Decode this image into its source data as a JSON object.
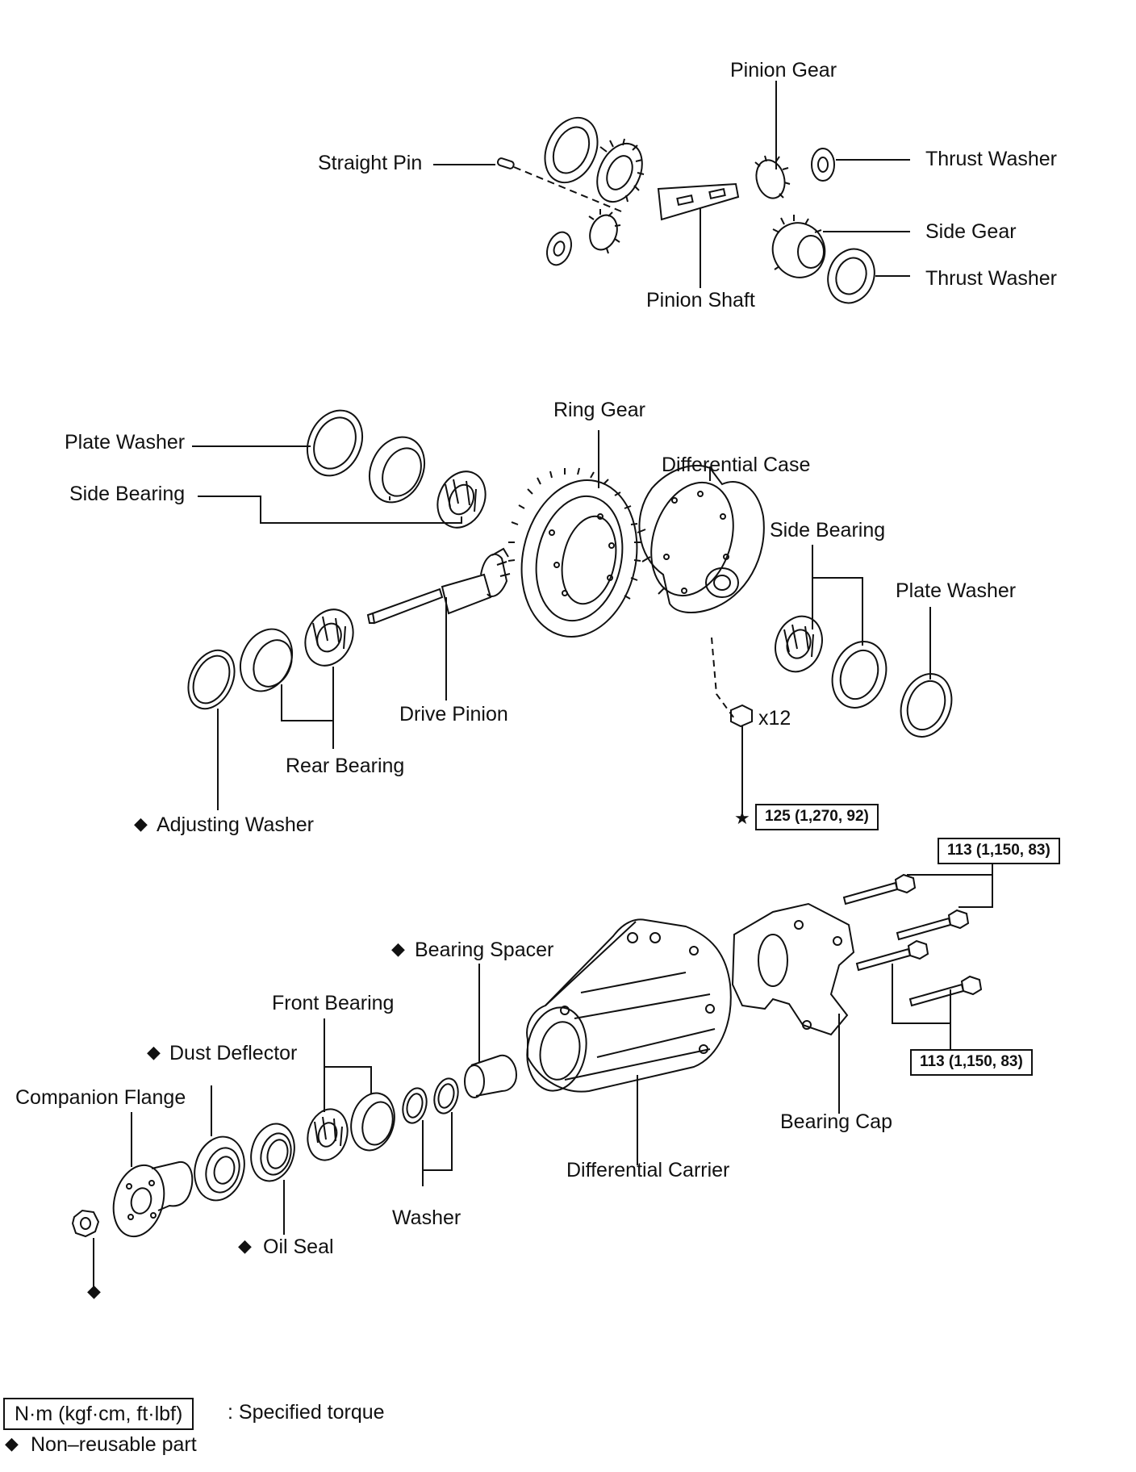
{
  "labels": {
    "pinion_gear": "Pinion Gear",
    "straight_pin": "Straight Pin",
    "thrust_washer_upper": "Thrust Washer",
    "side_gear": "Side Gear",
    "thrust_washer_lower": "Thrust Washer",
    "pinion_shaft": "Pinion Shaft",
    "ring_gear": "Ring Gear",
    "plate_washer_left": "Plate Washer",
    "side_bearing_left": "Side Bearing",
    "differential_case": "Differential Case",
    "side_bearing_right": "Side Bearing",
    "plate_washer_right": "Plate Washer",
    "drive_pinion": "Drive Pinion",
    "x12": "x12",
    "rear_bearing": "Rear Bearing",
    "adjusting_washer": "Adjusting Washer",
    "bearing_spacer": "Bearing Spacer",
    "front_bearing": "Front Bearing",
    "dust_deflector": "Dust Deflector",
    "companion_flange": "Companion Flange",
    "differential_carrier": "Differential Carrier",
    "bearing_cap": "Bearing Cap",
    "washer": "Washer",
    "oil_seal": "Oil Seal"
  },
  "torque": {
    "ring_gear_bolts": "125 (1,270, 92)",
    "bearing_cap_upper": "113 (1,150, 83)",
    "bearing_cap_lower": "113 (1,150, 83)"
  },
  "symbols": {
    "non_reusable": "◆",
    "star": "★"
  },
  "legend": {
    "torque_unit": "N·m (kgf·cm, ft·lbf)",
    "torque_desc": ": Specified torque",
    "non_reusable_desc": "Non–reusable part"
  }
}
